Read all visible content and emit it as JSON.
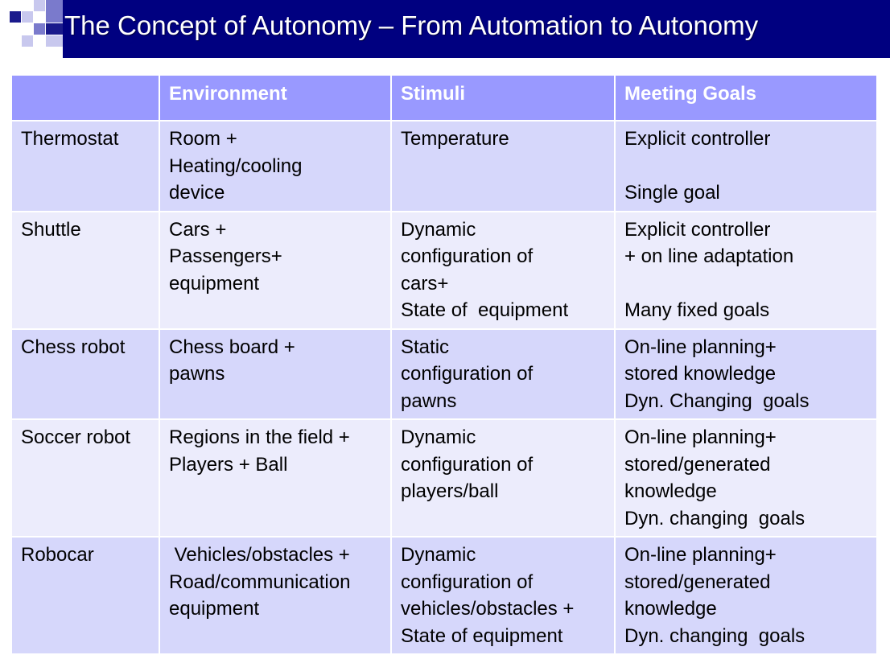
{
  "title": "The Concept of Autonomy –  From Automation to Autonomy",
  "colors": {
    "title_bar": "#000080",
    "header_row": "#9999ff",
    "row_odd": "#d6d7fb",
    "row_even": "#ececfc",
    "deco_dark": "#1a1a8c",
    "deco_mid": "#7a7acc",
    "deco_light": "#c8c8ee"
  },
  "table": {
    "headers": [
      "",
      "Environment",
      "Stimuli",
      "Meeting Goals"
    ],
    "rows": [
      {
        "system": "Thermostat",
        "environment": [
          "Room +",
          "Heating/cooling",
          "device"
        ],
        "stimuli": [
          "Temperature"
        ],
        "goals": [
          "Explicit controller",
          "",
          "Single goal"
        ]
      },
      {
        "system": "Shuttle",
        "environment": [
          "Cars +",
          "Passengers+",
          "equipment"
        ],
        "stimuli": [
          "Dynamic",
          "configuration of",
          "cars+",
          "State of  equipment"
        ],
        "goals": [
          "Explicit controller",
          "+ on line adaptation",
          "",
          "Many fixed goals"
        ]
      },
      {
        "system": "Chess robot",
        "environment": [
          "Chess board +",
          "pawns"
        ],
        "stimuli": [
          "Static",
          "configuration of",
          "pawns"
        ],
        "goals": [
          "On-line planning+",
          "stored knowledge",
          "Dyn. Changing  goals"
        ]
      },
      {
        "system": "Soccer robot",
        "environment": [
          "Regions in the field +",
          "Players + Ball"
        ],
        "stimuli": [
          "Dynamic",
          "configuration of",
          "players/ball"
        ],
        "goals": [
          "On-line planning+",
          "stored/generated",
          "knowledge",
          "Dyn. changing  goals"
        ]
      },
      {
        "system": "Robocar",
        "environment": [
          " Vehicles/obstacles +",
          "Road/communication",
          "equipment"
        ],
        "stimuli": [
          "Dynamic",
          "configuration of",
          "vehicles/obstacles +",
          "State of equipment"
        ],
        "goals": [
          "On-line planning+",
          "stored/generated",
          "knowledge",
          "Dyn. changing  goals"
        ]
      }
    ]
  }
}
